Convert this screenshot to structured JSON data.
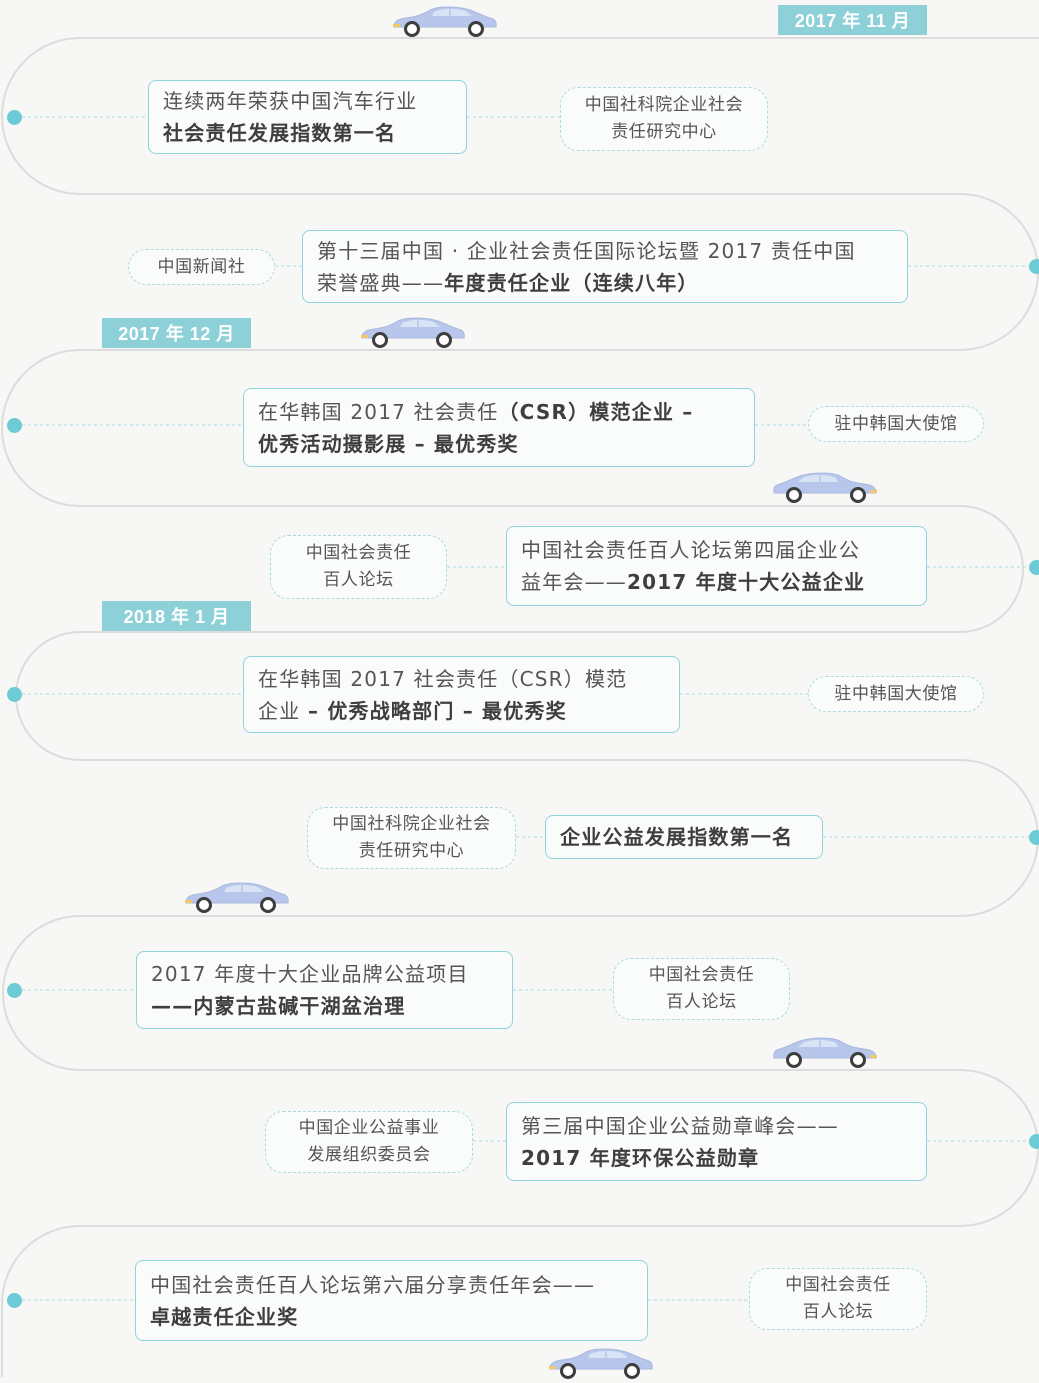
{
  "dates": [
    {
      "text": "2017 年 11 月"
    },
    {
      "text": "2017 年 12 月"
    },
    {
      "text": "2018 年 1 月"
    }
  ],
  "entries": [
    {
      "l1": "连续两年荣获中国汽车行业",
      "l2": "社会责任发展指数第一名",
      "s1": "中国社科院企业社会",
      "s2": "责任研究中心"
    },
    {
      "l1": "第十三届中国 · 企业社会责任国际论坛暨 2017 责任中国",
      "l2a": "荣誉盛典——",
      "l2b": "年度责任企业（连续八年）",
      "s1": "中国新闻社"
    },
    {
      "l1a": "在华韩国 2017 社会责任",
      "l1b": "（CSR）模范企业 –",
      "l2": "优秀活动摄影展 – 最优秀奖",
      "s1": "驻中韩国大使馆"
    },
    {
      "l1": "中国社会责任百人论坛第四届企业公",
      "l2a": "益年会——",
      "l2b": "2017 年度十大公益企业",
      "s1": "中国社会责任",
      "s2": "百人论坛"
    },
    {
      "l1": "在华韩国 2017 社会责任（CSR）模范",
      "l2a": "企业 ",
      "l2b": "– 优秀战略部门 – 最优秀奖",
      "s1": "驻中韩国大使馆"
    },
    {
      "l1": "企业公益发展指数第一名",
      "s1": "中国社科院企业社会",
      "s2": "责任研究中心"
    },
    {
      "l1": "2017 年度十大企业品牌公益项目",
      "l2": "——内蒙古盐碱干湖盆治理",
      "s1": "中国社会责任",
      "s2": "百人论坛"
    },
    {
      "l1": "第三届中国企业公益勋章峰会——",
      "l2": "2017 年度环保公益勋章",
      "s1": "中国企业公益事业",
      "s2": "发展组织委员会"
    },
    {
      "l1": "中国社会责任百人论坛第六届分享责任年会——",
      "l2": "卓越责任企业奖",
      "s1": "中国社会责任",
      "s2": "百人论坛"
    }
  ],
  "colors": {
    "accent": "#8ed0d8",
    "line": "#dcdcdc",
    "dot": "#6ccbd6",
    "car": "#b7c6ea"
  },
  "icons": {
    "car": "car-icon",
    "dot": "timeline-dot"
  }
}
